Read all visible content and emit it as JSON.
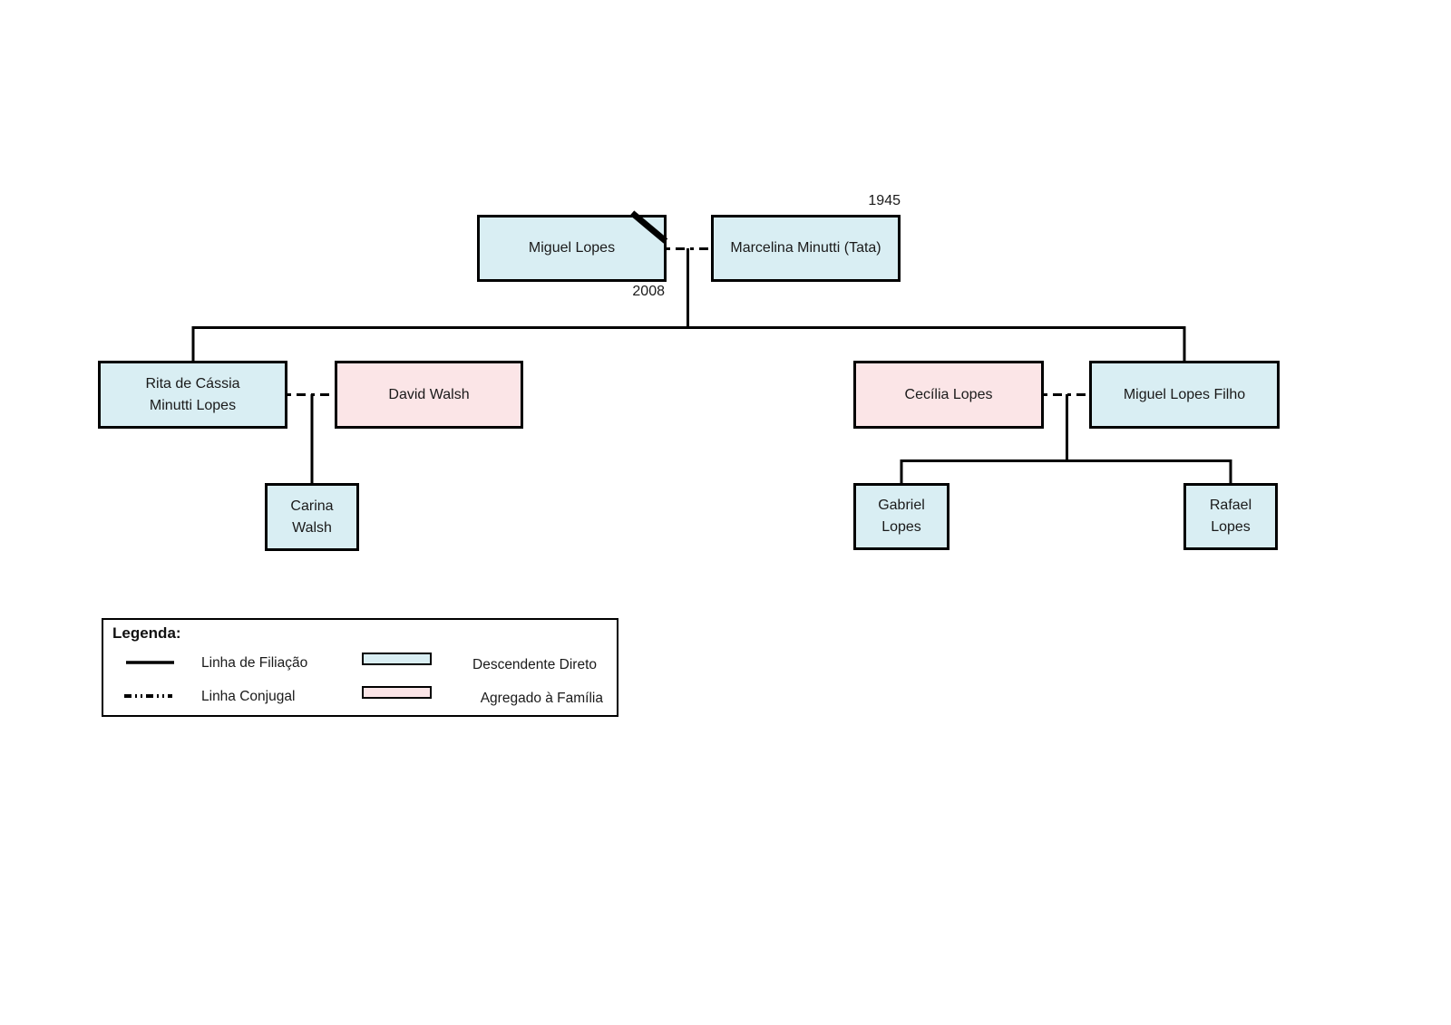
{
  "colors": {
    "descendant_fill": "#d9eef3",
    "aggregate_fill": "#fbe5e7",
    "line_color": "#000000",
    "background": "#ffffff"
  },
  "tree": {
    "generation1": {
      "miguel_lopes": {
        "name": "Miguel Lopes",
        "year": "2008",
        "deceased": true
      },
      "marcelina": {
        "name": "Marcelina Minutti (Tata)",
        "year": "1945"
      }
    },
    "generation2": {
      "rita": {
        "name": "Rita de Cássia\nMinutti Lopes"
      },
      "david": {
        "name": "David Walsh"
      },
      "cecilia": {
        "name": "Cecília Lopes"
      },
      "miguel_filho": {
        "name": "Miguel Lopes Filho"
      }
    },
    "generation3": {
      "carina": {
        "name": "Carina\nWalsh"
      },
      "gabriel": {
        "name": "Gabriel\nLopes"
      },
      "rafael": {
        "name": "Rafael\nLopes"
      }
    }
  },
  "legend": {
    "title": "Legenda:",
    "filiation_line_label": "Linha de Filiação",
    "conjugal_line_label": "Linha Conjugal",
    "direct_descendant_label": "Descendente Direto",
    "family_aggregate_label": "Agregado à Família"
  }
}
